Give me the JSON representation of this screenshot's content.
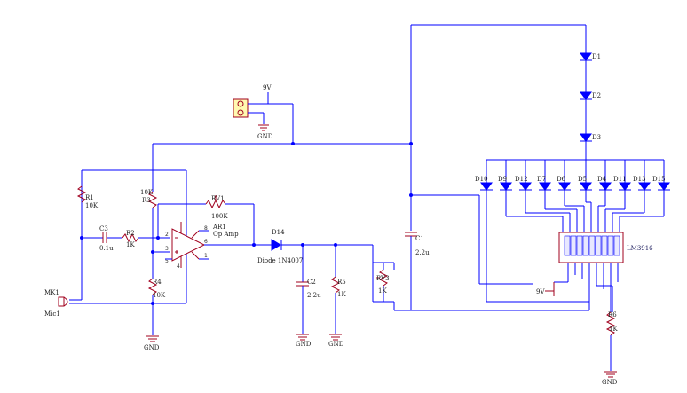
{
  "power": {
    "supply_label": "9V",
    "ground_label": "GND",
    "bar_supply_label": "9V"
  },
  "microphone": {
    "ref": "MK1",
    "value": "Mic1"
  },
  "resistors": {
    "r1": {
      "ref": "R1",
      "value": "10K"
    },
    "r2": {
      "ref": "R2",
      "value": "1K"
    },
    "r3": {
      "ref": "R3",
      "value": "10K"
    },
    "r4": {
      "ref": "R4",
      "value": "10K"
    },
    "r5": {
      "ref": "R5",
      "value": "1K"
    },
    "r6": {
      "ref": "R6",
      "value": "1K"
    }
  },
  "potentiometers": {
    "rv1": {
      "ref": "RV1",
      "value": "100K"
    },
    "rv3": {
      "ref": "RV3",
      "value": "1K"
    }
  },
  "capacitors": {
    "c1": {
      "ref": "C1",
      "value": "2.2u"
    },
    "c2": {
      "ref": "C2",
      "value": "2.2u"
    },
    "c3": {
      "ref": "C3",
      "value": "0.1u"
    }
  },
  "opamp": {
    "ref": "AR1",
    "value": "Op Amp",
    "pins": [
      "8",
      "2",
      "6",
      "3",
      "1",
      "5",
      "4"
    ]
  },
  "diodes": {
    "d14": {
      "ref": "D14",
      "value": "Diode 1N4007"
    },
    "series": [
      "D1",
      "D2",
      "D3"
    ]
  },
  "led_bar": [
    "D10",
    "D9",
    "D12",
    "D7",
    "D6",
    "D5",
    "D4",
    "D11",
    "D13",
    "D15"
  ],
  "ic": {
    "ref": "LM3916"
  }
}
